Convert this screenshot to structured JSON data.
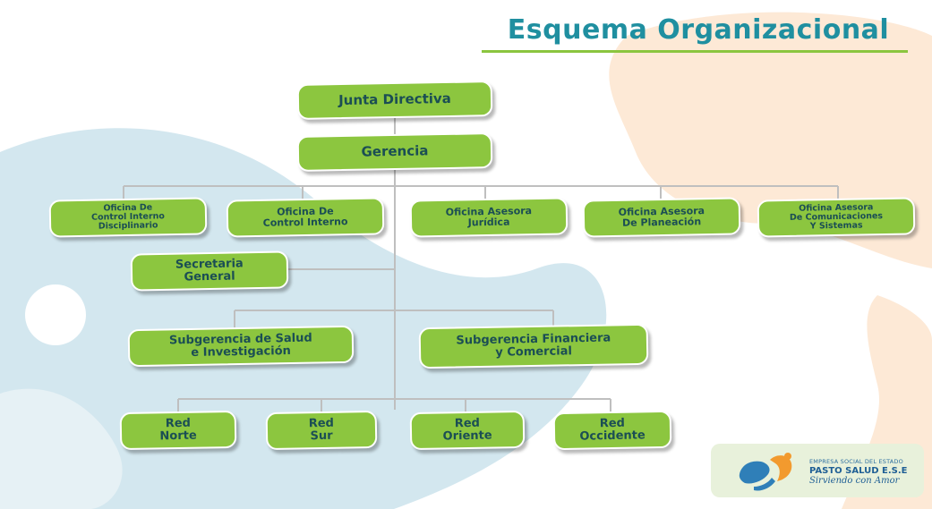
{
  "title": "Esquema Organizacional",
  "colors": {
    "node_fill": "#8cc63f",
    "node_text": "#1b4e54",
    "title": "#1f8fa0",
    "title_rule": "#8bc53f",
    "connector": "#bfbfbf",
    "bg_cream": "#fde9d6",
    "bg_blue": "#d3e7ef"
  },
  "nodes": {
    "junta": "Junta Directiva",
    "gerencia": "Gerencia",
    "ocid": "Oficina De\nControl Interno\nDisciplinario",
    "oci": "Oficina De\nControl Interno",
    "oaj": "Oficina Asesora\nJurídica",
    "oap": "Oficina Asesora\nDe Planeación",
    "oacs": "Oficina Asesora\nDe Comunicaciones\nY Sistemas",
    "secretaria": "Secretaria\nGeneral",
    "sub_salud": "Subgerencia de Salud\ne Investigación",
    "sub_fin": "Subgerencia Financiera\ny Comercial",
    "red_norte": "Red\nNorte",
    "red_sur": "Red\nSur",
    "red_oriente": "Red\nOriente",
    "red_occidente": "Red\nOccidente"
  },
  "logo": {
    "line1": "EMPRESA SOCIAL DEL ESTADO",
    "line2": "PASTO SALUD E.S.E",
    "line3": "Sirviendo con Amor"
  }
}
